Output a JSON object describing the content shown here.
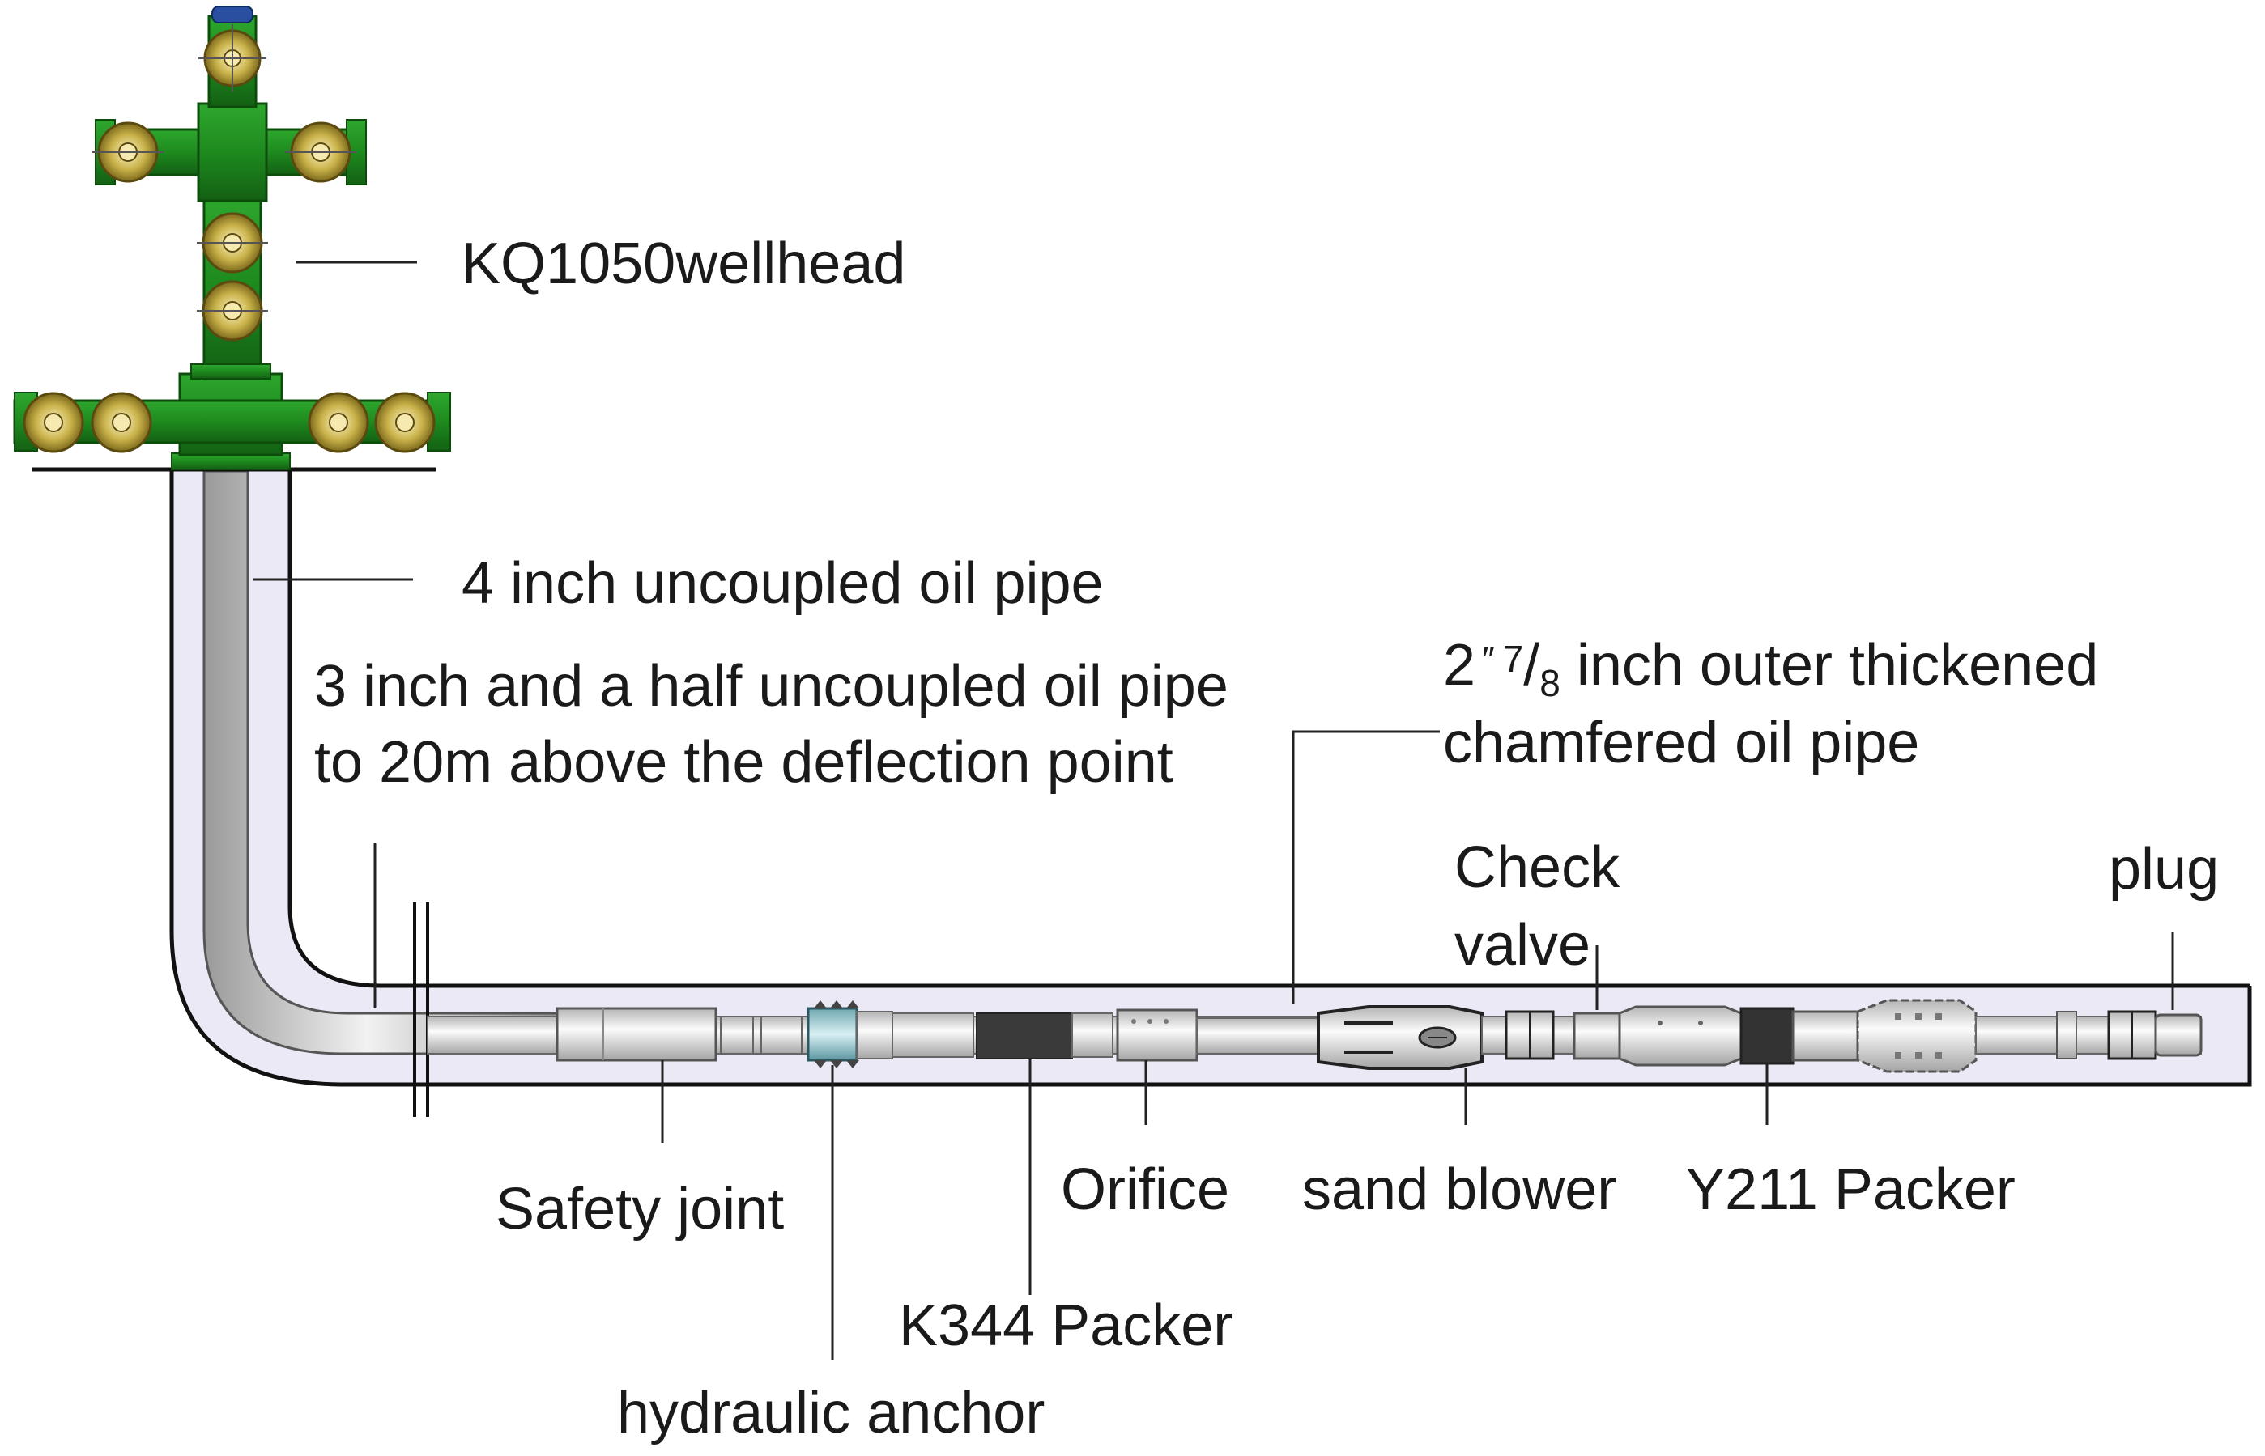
{
  "colors": {
    "wellhead_green": "#1f8a1f",
    "valve_gold": "#c9b24a",
    "pipe_silver": "#d6d6d6",
    "outline": "#111111",
    "packer_dark": "#333333"
  },
  "labels": {
    "wellhead": "KQ1050wellhead",
    "pipe_4in": "4 inch uncoupled oil pipe",
    "pipe_3half_line1": "3 inch and a half uncoupled oil pipe",
    "pipe_3half_line2": "to 20m above the deflection point",
    "pipe_278_prefix": "2",
    "pipe_278_mark": "″",
    "pipe_278_num": "7",
    "pipe_278_slash": "/",
    "pipe_278_den": "8",
    "pipe_278_rest": " inch outer thickened",
    "pipe_278_line2": "chamfered oil pipe",
    "check_valve_line1": "Check",
    "check_valve_line2": "valve",
    "plug": "plug",
    "safety_joint": "Safety joint",
    "orifice": "Orifice",
    "sand_blower": "sand blower",
    "y211_packer": "Y211 Packer",
    "k344_packer": "K344 Packer",
    "hydraulic_anchor": "hydraulic anchor"
  }
}
